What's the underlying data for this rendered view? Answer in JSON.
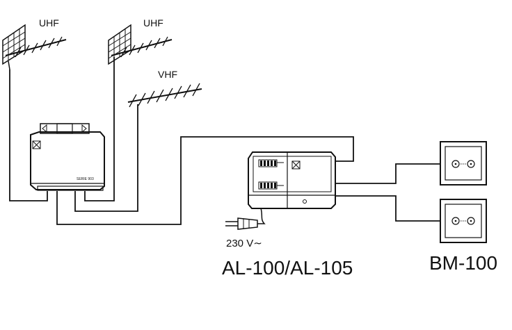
{
  "antennas": [
    {
      "label": "UHF"
    },
    {
      "label": "UHF"
    },
    {
      "label": "VHF"
    }
  ],
  "amplifier": {
    "series_label": "SERIE 903"
  },
  "power": {
    "label": "230 V∼"
  },
  "control_unit": {
    "label": "AL-100/AL-105"
  },
  "outlets": {
    "label": "BM-100"
  }
}
